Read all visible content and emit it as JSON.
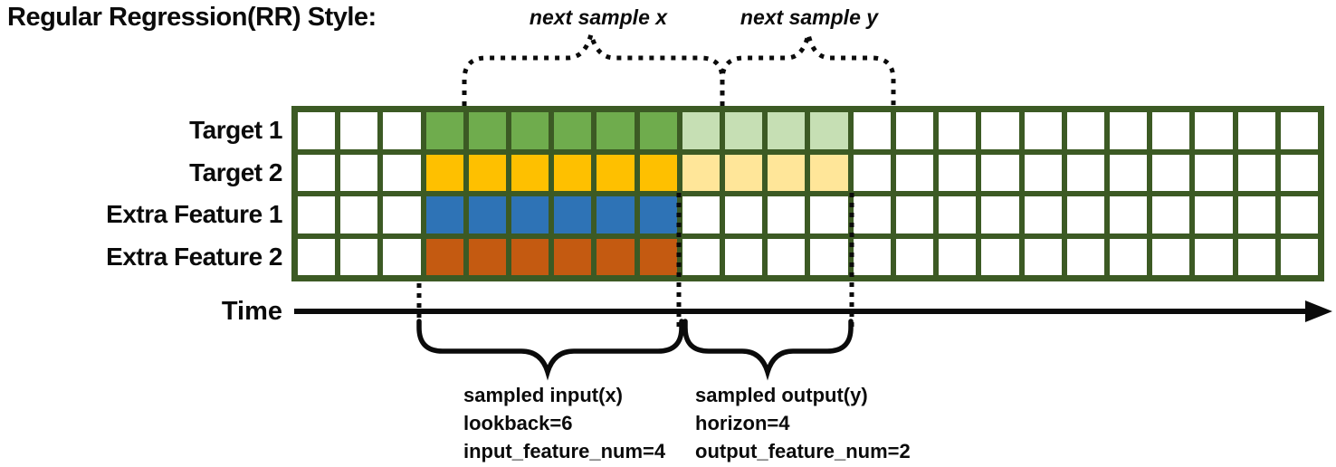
{
  "title": "Regular Regression(RR) Style:",
  "top_annotations": {
    "next_sample_x": "next sample x",
    "next_sample_y": "next sample y"
  },
  "time_axis": {
    "label": "Time"
  },
  "grid": {
    "columns": 24,
    "input_start_col": 4,
    "border_color": "#3C5A24",
    "cell_color": "#FFFFFF",
    "rows": [
      {
        "label": "Target 1",
        "type": "target",
        "input_color": "#6FAC4D",
        "output_color": "#C6DFB4"
      },
      {
        "label": "Target 2",
        "type": "target",
        "input_color": "#FEC000",
        "output_color": "#FFE699"
      },
      {
        "label": "Extra Feature 1",
        "type": "extra-feature",
        "input_color": "#2E73B6",
        "output_color": null
      },
      {
        "label": "Extra Feature 2",
        "type": "extra-feature",
        "input_color": "#C45A11",
        "output_color": null
      }
    ]
  },
  "params": {
    "lookback": 6,
    "horizon": 4,
    "input_feature_num": 4,
    "output_feature_num": 2
  },
  "sample_annotations": {
    "input": {
      "title": "sampled input(x)",
      "line2": "lookback=6",
      "line3": "input_feature_num=4"
    },
    "output": {
      "title": "sampled output(y)",
      "line2": "horizon=4",
      "line3": "output_feature_num=2"
    }
  }
}
